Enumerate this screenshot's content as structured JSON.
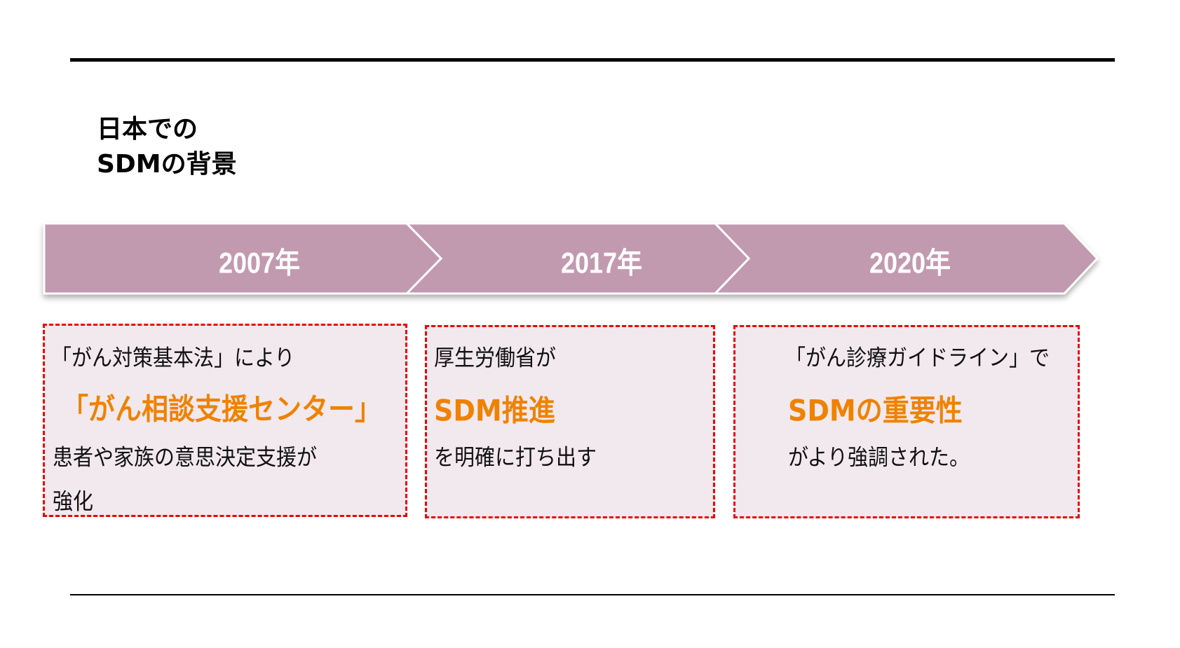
{
  "title": {
    "line1": "日本での",
    "line2": "SDMの背景"
  },
  "colors": {
    "band": "#c29ab0",
    "box_border": "#ee0000",
    "box_fill": "#f2e9ee",
    "highlight": "#ef8200"
  },
  "timeline": [
    {
      "year": "2007年",
      "lines": [
        "「がん対策基本法」により",
        "「がん相談支援センター」",
        "患者や家族の意思決定支援が",
        "強化"
      ],
      "highlight_index": 1
    },
    {
      "year": "2017年",
      "lines": [
        "厚生労働省が",
        "SDM推進",
        "を明確に打ち出す"
      ],
      "highlight_index": 1
    },
    {
      "year": "2020年",
      "lines": [
        "「がん診療ガイドライン」で",
        "SDMの重要性",
        "がより強調された。"
      ],
      "highlight_index": 1
    }
  ]
}
